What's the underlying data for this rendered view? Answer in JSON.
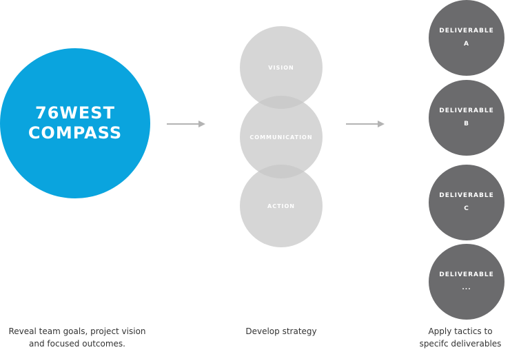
{
  "colors": {
    "brand_blue": "#0aa4de",
    "strategy_gray": "#c6c6c6",
    "deliverable_gray": "#6b6b6d",
    "arrow_gray": "#b3b3b3",
    "caption_text": "#333333"
  },
  "compass": {
    "line1": "76WEST",
    "line2": "COMPASS"
  },
  "strategy": {
    "vision": "VISION",
    "communication": "COMMUNICATION",
    "action": "ACTION"
  },
  "deliverables": [
    {
      "label": "DELIVERABLE",
      "id": "A"
    },
    {
      "label": "DELIVERABLE",
      "id": "B"
    },
    {
      "label": "DELIVERABLE",
      "id": "C"
    },
    {
      "label": "DELIVERABLE",
      "id": "..."
    }
  ],
  "captions": {
    "step1_line1": "Reveal team goals, project vision",
    "step1_line2": "and focused outcomes.",
    "step2": "Develop strategy",
    "step3_line1": "Apply tactics to",
    "step3_line2": "specifc deliverables"
  },
  "icons": {
    "arrow1": "right-arrow-icon",
    "arrow2": "right-arrow-icon"
  }
}
